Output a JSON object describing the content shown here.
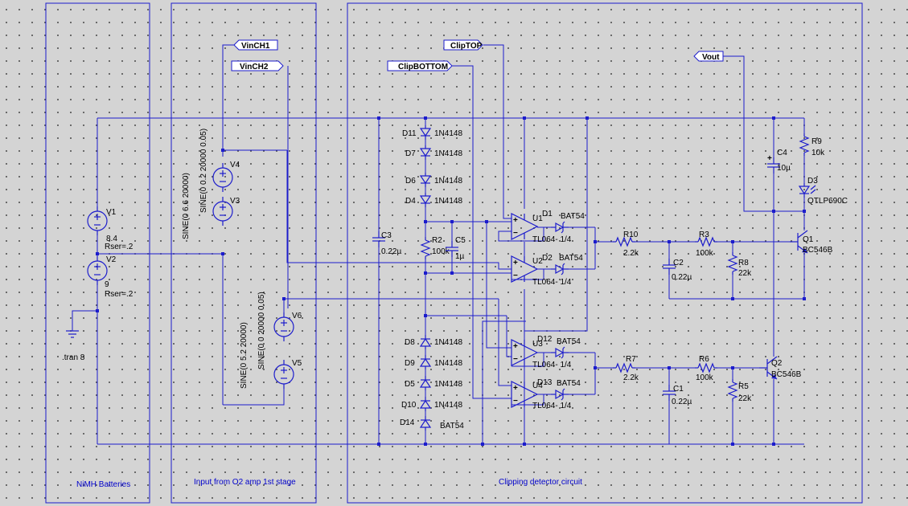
{
  "sections": {
    "batteries": "NiMH Batteries",
    "input": "Input from O2 amp 1st stage",
    "clipping": "Clipping detector circuit"
  },
  "net_labels": {
    "vinch1": "VinCH1",
    "vinch2": "VinCH2",
    "cliptop": "ClipTOP",
    "clipbottom": "ClipBOTTOM",
    "vout": "Vout"
  },
  "directive": ".tran 8",
  "batteries": {
    "v1": {
      "name": "V1",
      "value": "8.4",
      "rser": "Rser=.2"
    },
    "v2": {
      "name": "V2",
      "value": "9",
      "rser": "Rser=.2"
    }
  },
  "sources": {
    "v4": {
      "name": "V4",
      "value": "SINE(0 0.2 20000 0.05)"
    },
    "v3": {
      "name": "V3",
      "value": "SINE(0 6.6 20000)"
    },
    "v6": {
      "name": "V6",
      "value": "SINE(0 0 20000 0.05)"
    },
    "v5": {
      "name": "V5",
      "value": "SINE(0 5.2 20000)"
    }
  },
  "diodes_top": [
    {
      "name": "D11",
      "value": "1N4148"
    },
    {
      "name": "D7",
      "value": "1N4148"
    },
    {
      "name": "D6",
      "value": "1N4148"
    },
    {
      "name": "D4",
      "value": "1N4148"
    }
  ],
  "diodes_bottom": [
    {
      "name": "D8",
      "value": "1N4148"
    },
    {
      "name": "D9",
      "value": "1N4148"
    },
    {
      "name": "D5",
      "value": "1N4148"
    },
    {
      "name": "D10",
      "value": "1N4148"
    },
    {
      "name": "D14",
      "value": "BAT54"
    }
  ],
  "parts": {
    "c3": {
      "name": "C3",
      "value": "0.22µ"
    },
    "r2": {
      "name": "R2",
      "value": "100k"
    },
    "c5": {
      "name": "C5",
      "value": "1µ"
    },
    "u1": {
      "name": "U1",
      "value": "TL064- 1/4"
    },
    "u2": {
      "name": "U2",
      "value": "TL064- 1/4"
    },
    "u3": {
      "name": "U3",
      "value": "TL064- 1/4"
    },
    "u4": {
      "name": "U4",
      "value": "TL064- 1/4"
    },
    "d1": {
      "name": "D1",
      "value": "BAT54"
    },
    "d2": {
      "name": "D2",
      "value": "BAT54"
    },
    "d12": {
      "name": "D12",
      "value": "BAT54"
    },
    "d13": {
      "name": "D13",
      "value": "BAT54"
    },
    "r10": {
      "name": "R10",
      "value": "2.2k"
    },
    "r3": {
      "name": "R3",
      "value": "100k"
    },
    "c2": {
      "name": "C2",
      "value": "0.22µ"
    },
    "r8": {
      "name": "R8",
      "value": "22k"
    },
    "r7": {
      "name": "R7",
      "value": "2.2k"
    },
    "r6": {
      "name": "R6",
      "value": "100k"
    },
    "c1": {
      "name": "C1",
      "value": "0.22µ"
    },
    "r5": {
      "name": "R5",
      "value": "22k"
    },
    "q1": {
      "name": "Q1",
      "value": "BC546B"
    },
    "q2": {
      "name": "Q2",
      "value": "BC546B"
    },
    "c4": {
      "name": "C4",
      "value": "10µ"
    },
    "r9": {
      "name": "R9",
      "value": "10k"
    },
    "d3": {
      "name": "D3",
      "value": "QTLP690C"
    }
  }
}
